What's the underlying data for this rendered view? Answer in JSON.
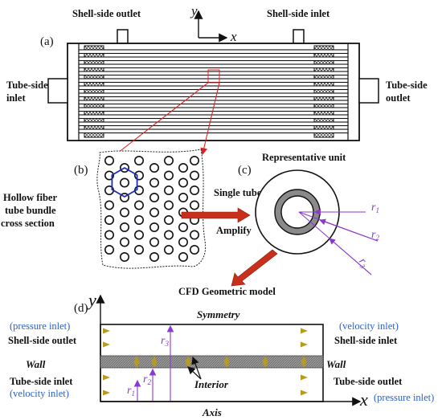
{
  "panel_a": {
    "tag": "(a)",
    "shell_outlet": "Shell-side outlet",
    "shell_inlet": "Shell-side inlet",
    "tube_inlet": [
      "Tube-side",
      "inlet"
    ],
    "tube_outlet": [
      "Tube-side",
      "outlet"
    ],
    "axis_y": "y",
    "axis_x": "x"
  },
  "panel_b": {
    "tag": "(b)",
    "caption": [
      "Hollow fiber",
      "tube bundle",
      "cross section"
    ]
  },
  "panel_c": {
    "tag": "(c)",
    "title": "Representative unit",
    "single_tube": "Single tube",
    "amplify": "Amplify",
    "r1": "r",
    "r1_sub": "1",
    "r2": "r",
    "r2_sub": "2",
    "r3": "r",
    "r3_sub": "3",
    "cfd": "CFD Geometric model"
  },
  "panel_d": {
    "tag": "(d)",
    "axis_y": "y",
    "axis_x": "x",
    "symmetry": "Symmetry",
    "axis_label": "Axis",
    "pressure_inlet": "(pressure inlet)",
    "shell_outlet": "Shell-side outlet",
    "velocity_inlet_top": "(velocity inlet)",
    "shell_inlet": "Shell-side inlet",
    "wall_left": "Wall",
    "wall_right": "Wall",
    "interior": "Interior",
    "tube_inlet": "Tube-side inlet",
    "velocity_inlet_bottom": "(velocity inlet)",
    "tube_outlet": "Tube-side outlet",
    "pressure_outlet": "(pressure inlet)",
    "r1": "r",
    "r1_sub": "1",
    "r2": "r",
    "r2_sub": "2",
    "r3": "r",
    "r3_sub": "3"
  },
  "colors": {
    "red_arrow": "#e02020",
    "dark_red_arrow": "#b0301a",
    "hex_outline": "#1a2db5",
    "gray_band": "#8a8a8a",
    "purple": "#8a3ad0",
    "blue_text": "#2a62c9",
    "gold_arrow": "#b89a20"
  }
}
